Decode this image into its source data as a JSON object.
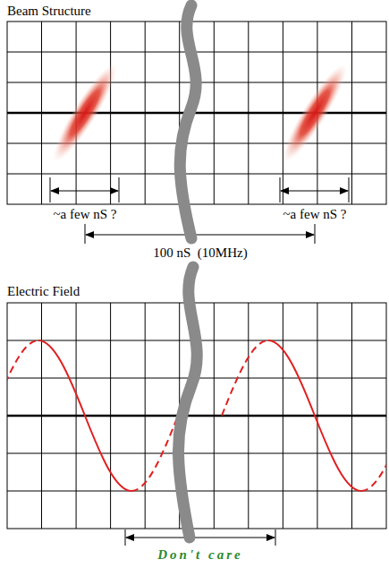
{
  "diagram": {
    "labels": [
      "Beam Structure",
      "~a few nS ?",
      "~a few nS ?",
      "100 nS  (10MHz)",
      "Electric Field",
      "Don't care"
    ]
  }
}
